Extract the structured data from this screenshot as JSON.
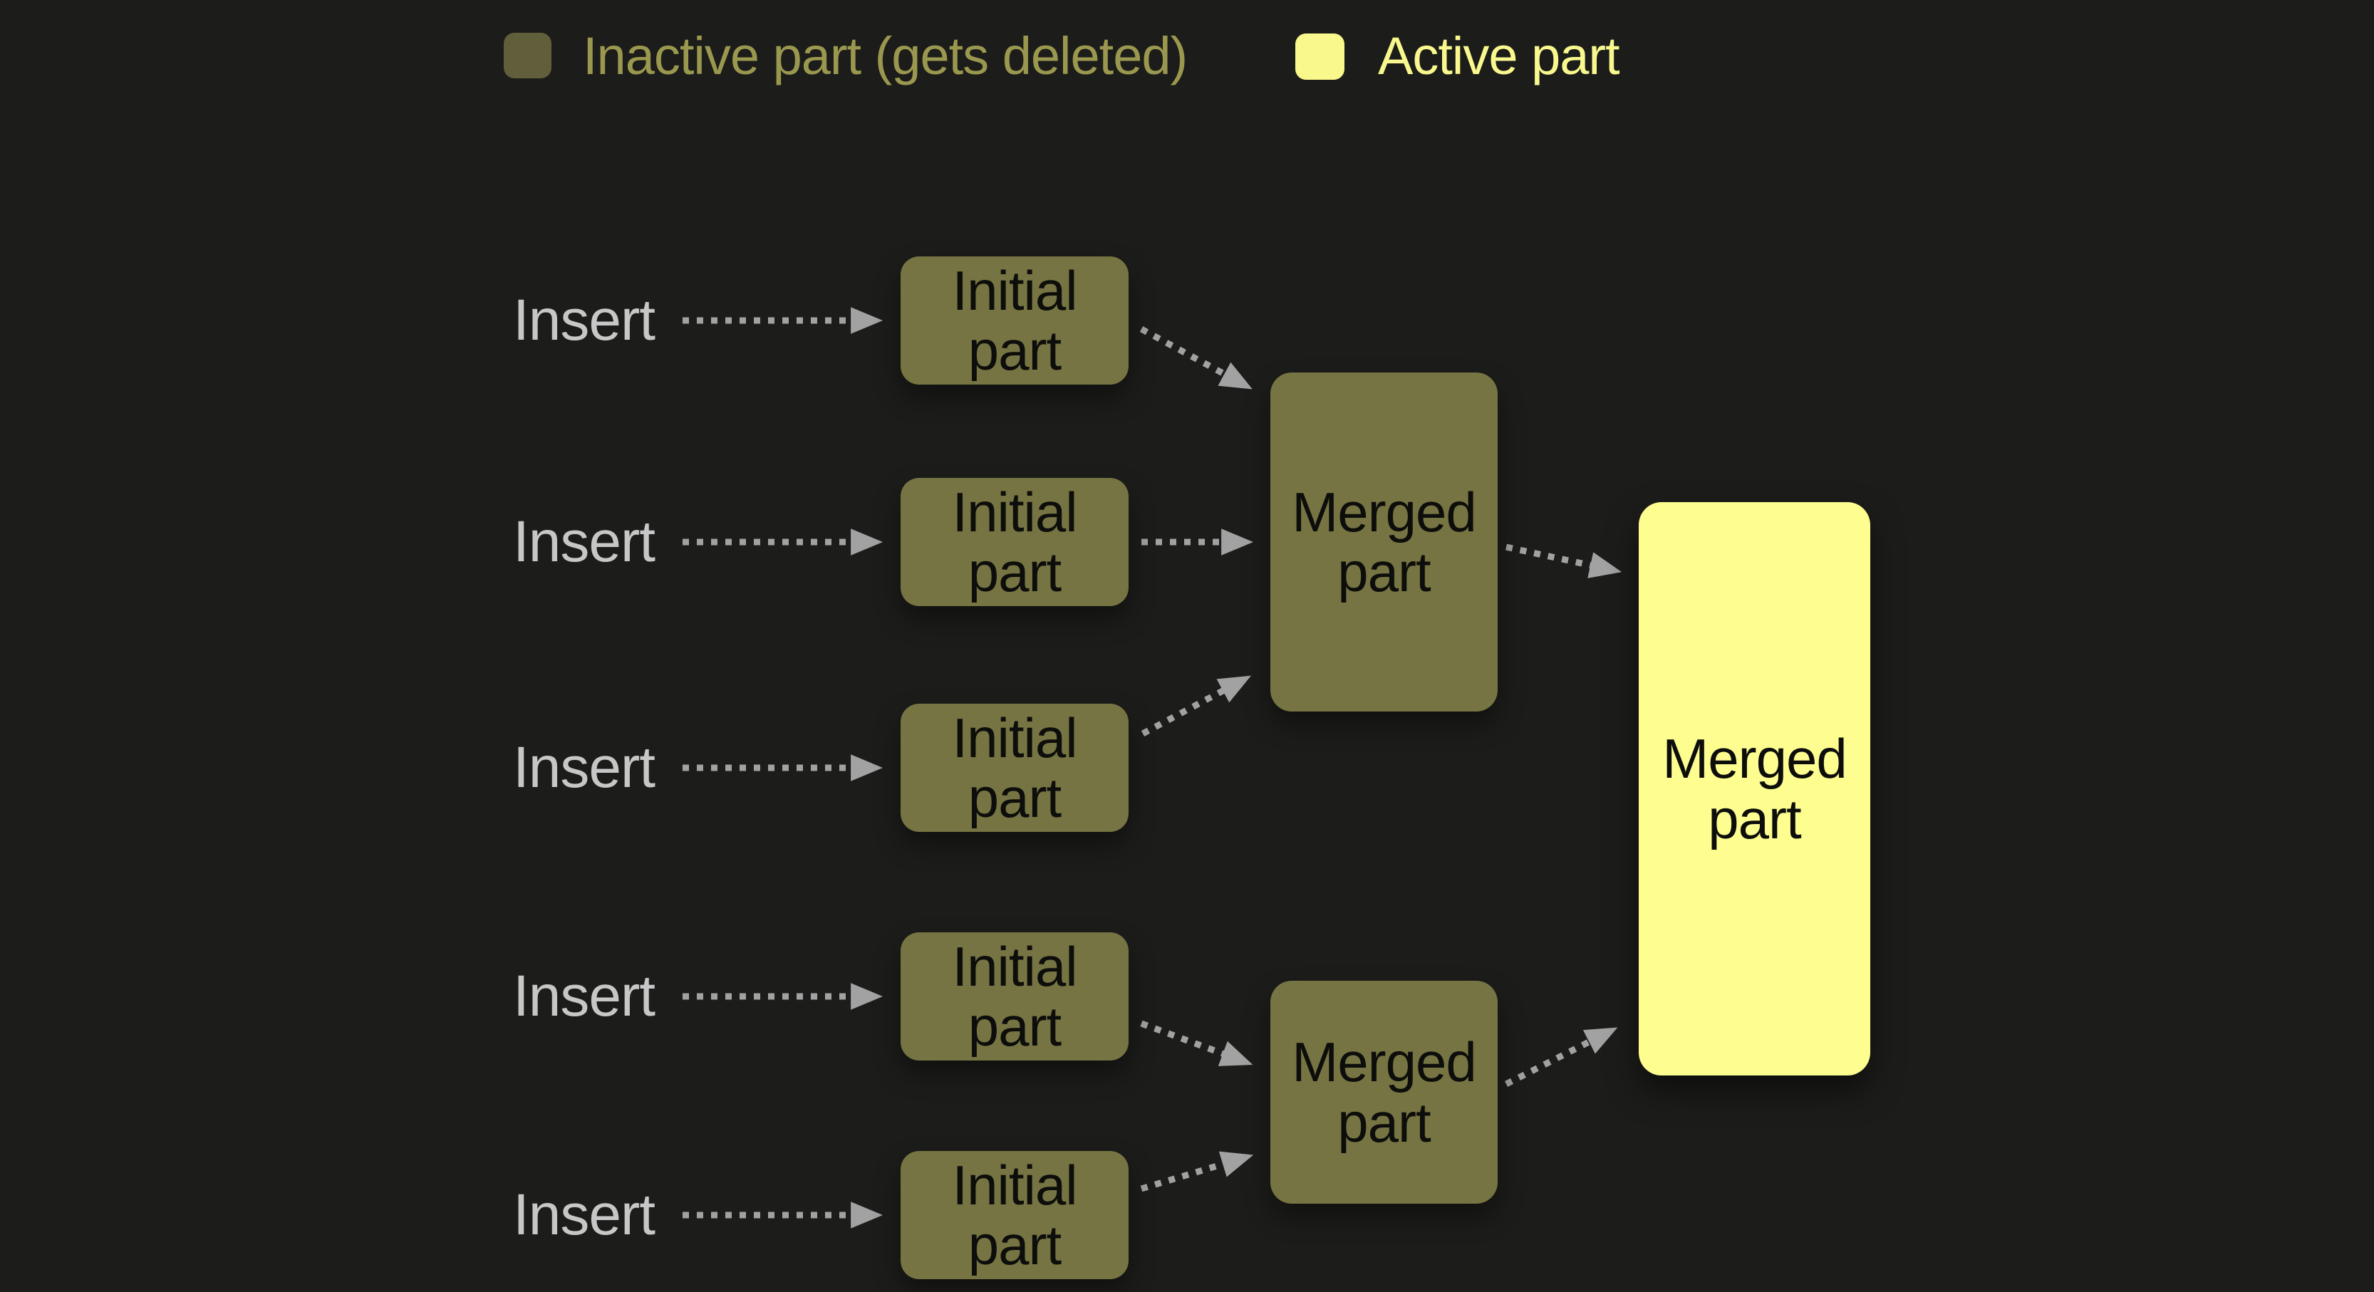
{
  "colors": {
    "background": "#1c1c1a",
    "inactive_swatch": "#615e3b",
    "inactive_text": "#9a984f",
    "active_swatch": "#f9f88c",
    "active_text": "#f8f88e",
    "olive_box": "#757442",
    "yellow_box": "#fdfd90",
    "box_text": "#0d0d0b",
    "insert_text": "#c7c7c7",
    "arrow": "#a2a2a2"
  },
  "legend": {
    "inactive_label": "Inactive part (gets deleted)",
    "active_label": "Active part"
  },
  "rows": [
    {
      "insert_label": "Insert",
      "box_label": "Initial\npart"
    },
    {
      "insert_label": "Insert",
      "box_label": "Initial\npart"
    },
    {
      "insert_label": "Insert",
      "box_label": "Initial\npart"
    },
    {
      "insert_label": "Insert",
      "box_label": "Initial\npart"
    },
    {
      "insert_label": "Insert",
      "box_label": "Initial\npart"
    }
  ],
  "merges": {
    "top_label": "Merged\npart",
    "bottom_label": "Merged\npart",
    "final_label": "Merged\npart"
  }
}
